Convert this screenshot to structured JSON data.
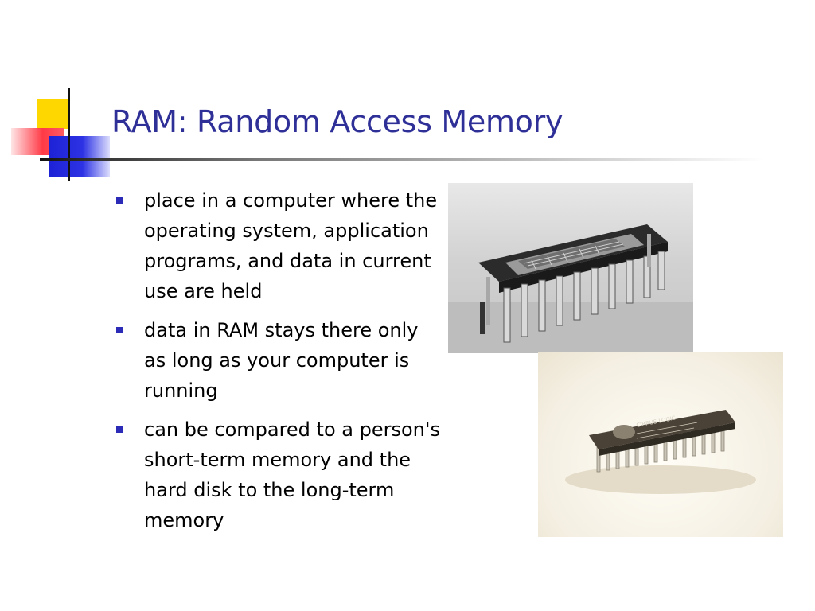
{
  "slide": {
    "title": "RAM: Random Access Memory",
    "bullets": [
      "place in a computer where the operating system, application programs, and data in current use are held",
      "data in RAM stays there only as long as your computer is running",
      "can be compared to a person's short-term memory and the hard disk to the long-term memory"
    ],
    "colors": {
      "title": "#2f2f98",
      "bullet_marker": "#2b2bb8",
      "accent_yellow": "#ffd700",
      "accent_red": "#ff3a46",
      "accent_blue": "#1d22d6"
    }
  },
  "images": {
    "photo1_icon": "memory-chip-closeup-icon",
    "photo2_icon": "dip-chip-icon",
    "chip_label": "CIRRUS LOGIC"
  }
}
